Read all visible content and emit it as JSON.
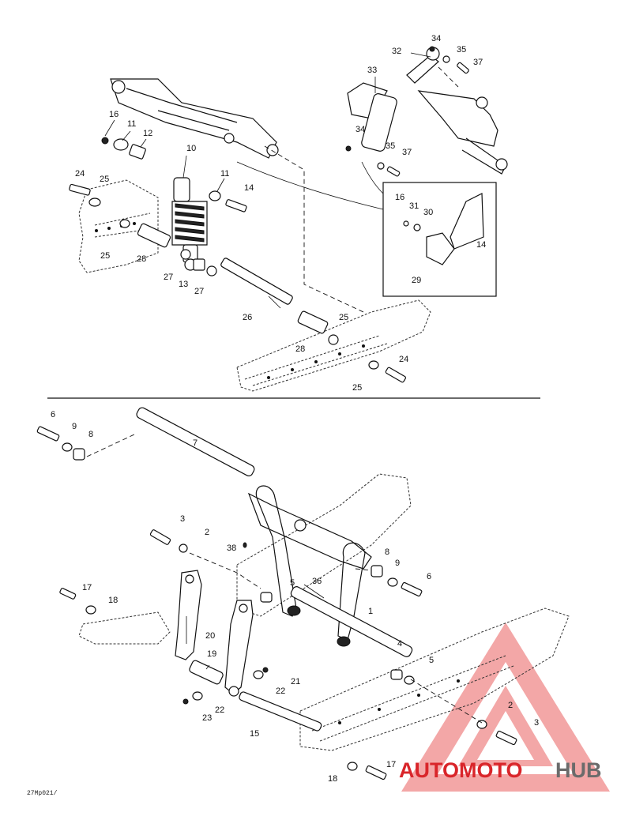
{
  "drawing_code": "27Mp021/",
  "watermark": {
    "part1": "AUTOMOTO",
    "part2": "HUB",
    "color_red": "#d9252a",
    "color_gray": "#6b6b6b"
  },
  "callouts": {
    "c34a": "34",
    "c32": "32",
    "c35a": "35",
    "c37a": "37",
    "c33": "33",
    "c34b": "34",
    "c35b": "35",
    "c37b": "37",
    "c16a": "16",
    "c11a": "11",
    "c12": "12",
    "c10": "10",
    "c24a": "24",
    "c25a": "25",
    "c11b": "11",
    "c14a": "14",
    "c25b": "25",
    "c28a": "28",
    "c27a": "27",
    "c13": "13",
    "c27b": "27",
    "c26": "26",
    "c28b": "28",
    "c25c": "25",
    "c24b": "24",
    "c25d": "25",
    "c16b": "16",
    "c31": "31",
    "c30": "30",
    "c14b": "14",
    "c29": "29",
    "c6a": "6",
    "c9a": "9",
    "c8a": "8",
    "c7": "7",
    "c3a": "3",
    "c2a": "2",
    "c38": "38",
    "c8b": "8",
    "c9b": "9",
    "c6b": "6",
    "c36": "36",
    "c5a": "5",
    "c1": "1",
    "c17a": "17",
    "c18a": "18",
    "c4": "4",
    "c5b": "5",
    "c20": "20",
    "c19": "19",
    "c21": "21",
    "c22a": "22",
    "c22b": "22",
    "c23": "23",
    "c15": "15",
    "c2b": "2",
    "c3b": "3",
    "c17b": "17",
    "c18b": "18"
  }
}
